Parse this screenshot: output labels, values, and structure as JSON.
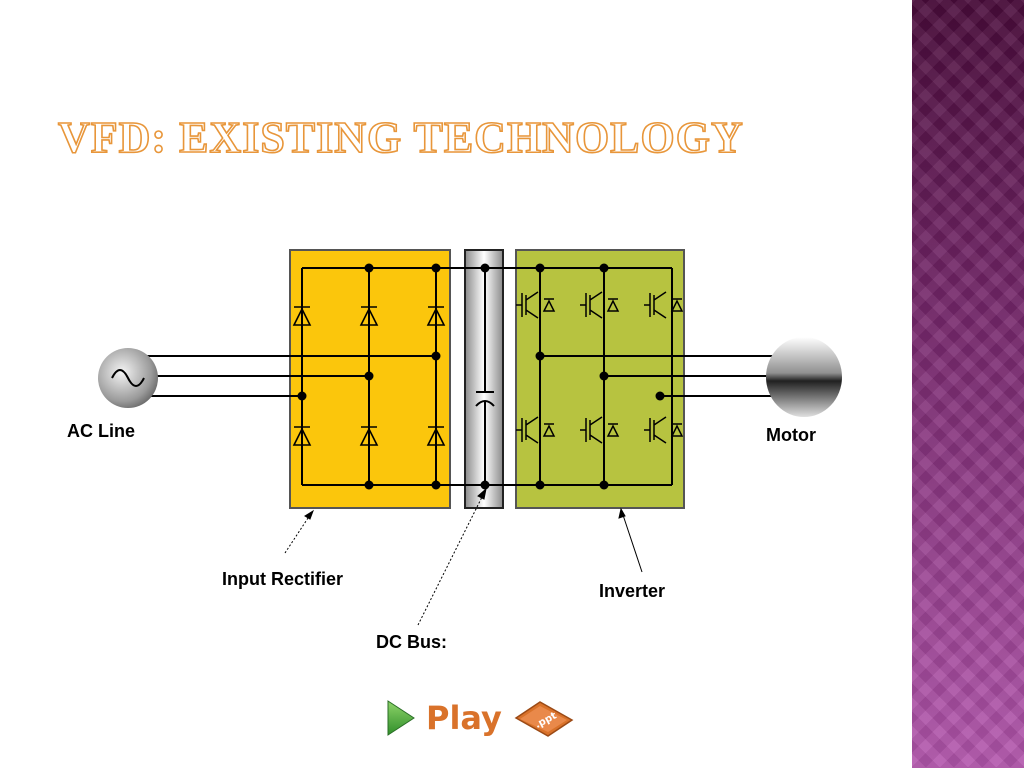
{
  "slide": {
    "title": "VFD: Existing Technology",
    "accent_color": "#e8963a",
    "band_color": "#7a2a70"
  },
  "diagram": {
    "labels": {
      "ac_line": "AC Line",
      "motor": "Motor",
      "input_rectifier": "Input Rectifier",
      "dc_bus": "DC Bus:",
      "inverter": "Inverter"
    },
    "colors": {
      "rectifier": "#fbc60c",
      "inverter": "#b7c340",
      "dc_bus": "#dcdcdc"
    }
  },
  "play_button": {
    "label": "Play",
    "badge": ".ppt",
    "icon": "play-triangle-icon"
  }
}
